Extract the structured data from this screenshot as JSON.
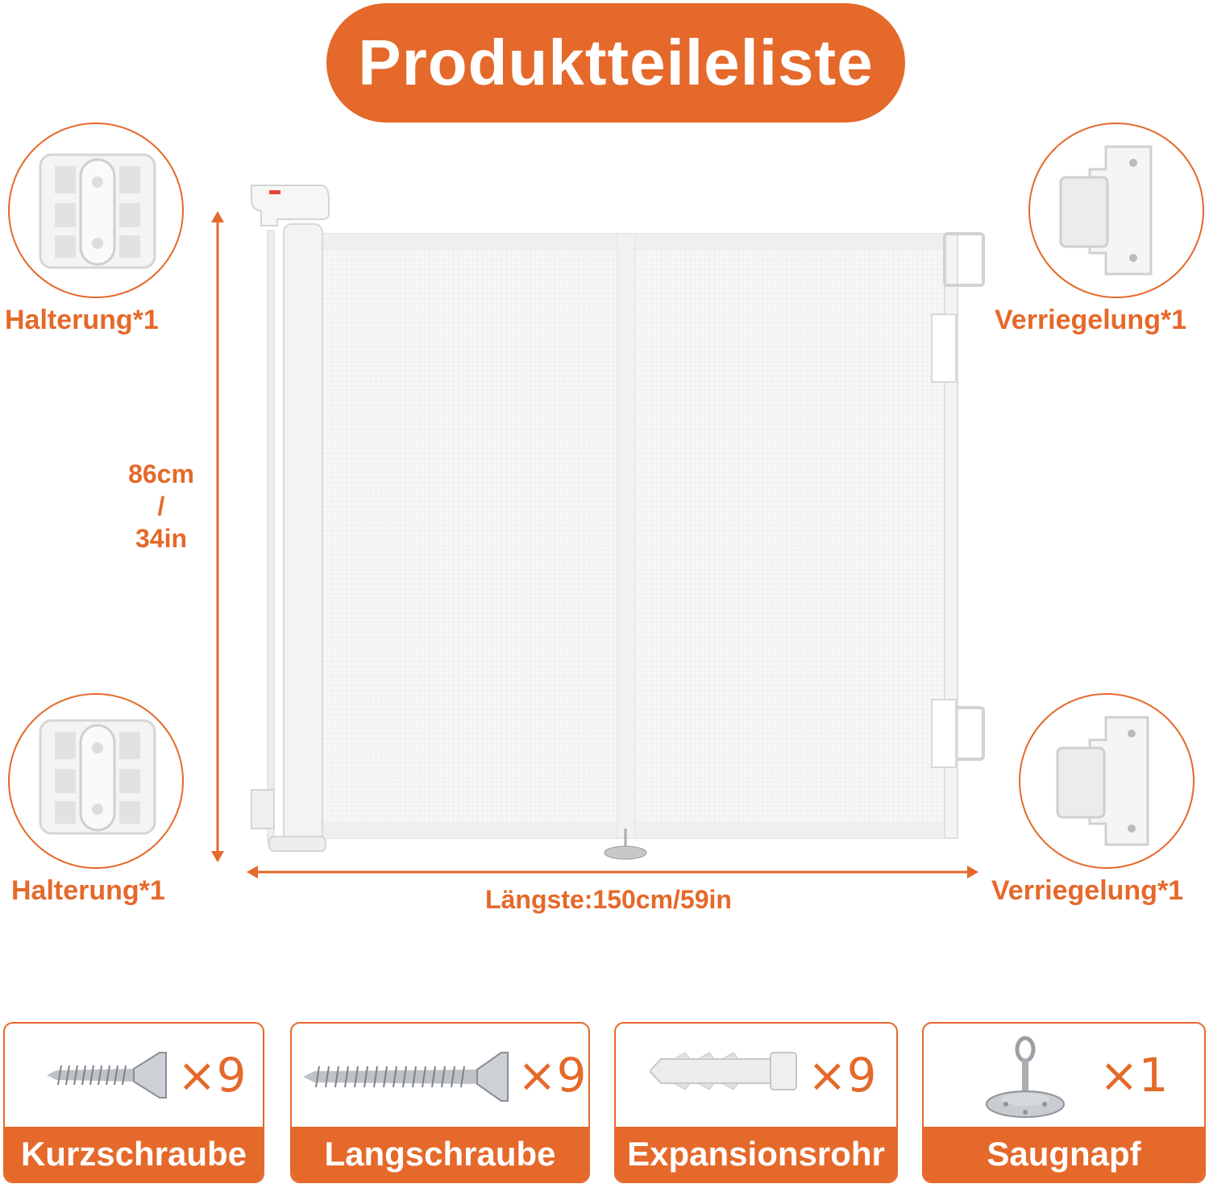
{
  "title": "Produktteileliste",
  "parts": {
    "bracket_top_label": "Halterung*1",
    "bracket_bottom_label": "Halterung*1",
    "lock_top_label": "Verriegelung*1",
    "lock_bottom_label": "Verriegelung*1"
  },
  "dimensions": {
    "height_cm": "86cm",
    "height_sep": "/",
    "height_in": "34in",
    "width": "Längste:150cm/59in"
  },
  "hardware": [
    {
      "name": "Kurzschraube",
      "qty": "×9",
      "icon": "short-screw-icon"
    },
    {
      "name": "Langschraube",
      "qty": "×9",
      "icon": "long-screw-icon"
    },
    {
      "name": "Expansionsrohr",
      "qty": "×9",
      "icon": "wall-anchor-icon"
    },
    {
      "name": "Saugnapf",
      "qty": "×1",
      "icon": "floor-cup-icon"
    }
  ],
  "colors": {
    "accent": "#E5692A",
    "product": "#F2F2F2"
  }
}
